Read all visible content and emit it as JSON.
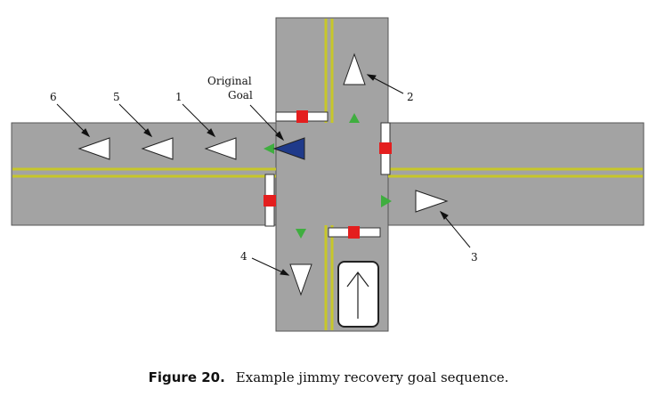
{
  "colors": {
    "road": "#a3a3a3",
    "road_edge": "#555555",
    "center_line": "#c7c72a",
    "stop_bar_fill": "#ffffff",
    "signal": "#e41e1e",
    "green_marker": "#3fae3f",
    "goal": "#ffffff",
    "original_goal": "#1f3a8a"
  },
  "labels": {
    "original_goal_line1": "Original",
    "original_goal_line2": "Goal",
    "goal_1": "1",
    "goal_2": "2",
    "goal_3": "3",
    "goal_4": "4",
    "goal_5": "5",
    "goal_6": "6"
  },
  "icons": {
    "vehicle": "up-arrow-icon"
  },
  "caption": {
    "figure_label": "Figure 20.",
    "text": "Example jimmy recovery goal sequence."
  }
}
